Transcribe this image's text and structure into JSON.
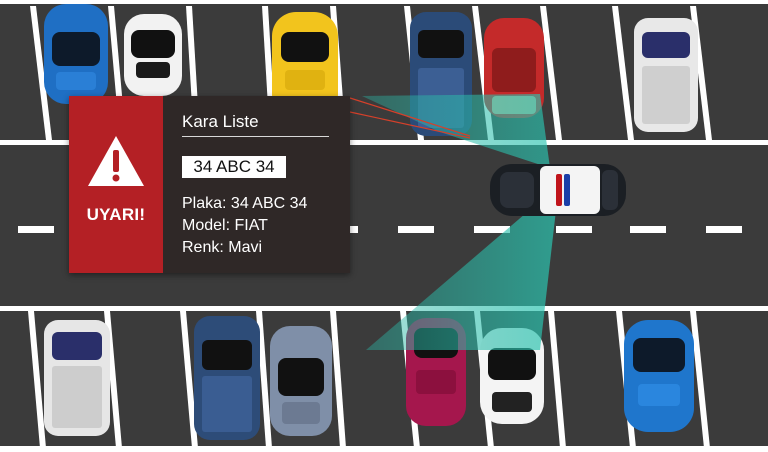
{
  "alert": {
    "warning_label": "UYARI!",
    "list_title": "Kara Liste",
    "plate_badge": "34 ABC 34",
    "plate_line": "Plaka: 34 ABC 34",
    "model_line": "Model: FIAT",
    "color_line": "Renk: Mavi"
  },
  "colors": {
    "alert_red": "#b42025",
    "panel_dark": "#2f2827",
    "asphalt": "#3b3b3b",
    "scan_beam": "#2bb3a3"
  },
  "icons": [
    "warning-triangle-icon"
  ]
}
